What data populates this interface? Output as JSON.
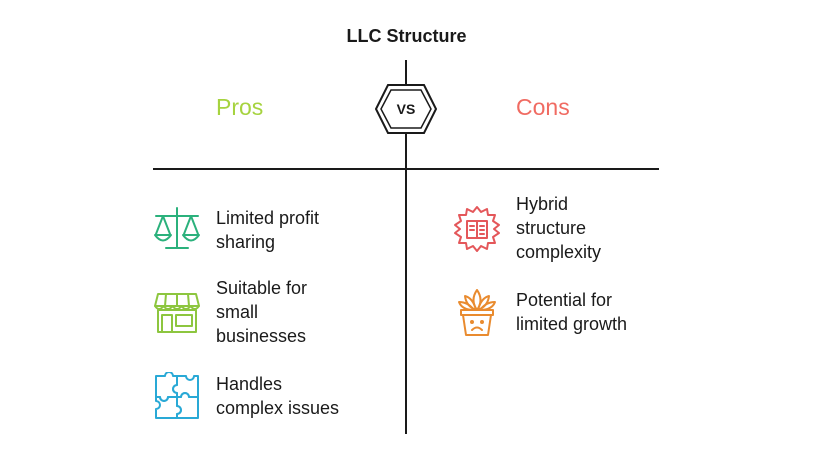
{
  "title": "LLC Structure",
  "vs_label": "VS",
  "pros": {
    "heading": "Pros",
    "color": "#a6d33f",
    "items": [
      {
        "lines": [
          "Limited profit",
          "sharing"
        ],
        "icon": "scales-icon",
        "color": "#2bb17c"
      },
      {
        "lines": [
          "Suitable for",
          "small",
          "businesses"
        ],
        "icon": "storefront-icon",
        "color": "#8dc63f"
      },
      {
        "lines": [
          "Handles",
          "complex issues"
        ],
        "icon": "puzzle-icon",
        "color": "#29a9d6"
      }
    ]
  },
  "cons": {
    "heading": "Cons",
    "color": "#f06b62",
    "items": [
      {
        "lines": [
          "Hybrid",
          "structure",
          "complexity"
        ],
        "icon": "gear-book-icon",
        "color": "#e4575a"
      },
      {
        "lines": [
          "Potential for",
          "limited growth"
        ],
        "icon": "sad-plant-icon",
        "color": "#e98b2f"
      }
    ]
  }
}
